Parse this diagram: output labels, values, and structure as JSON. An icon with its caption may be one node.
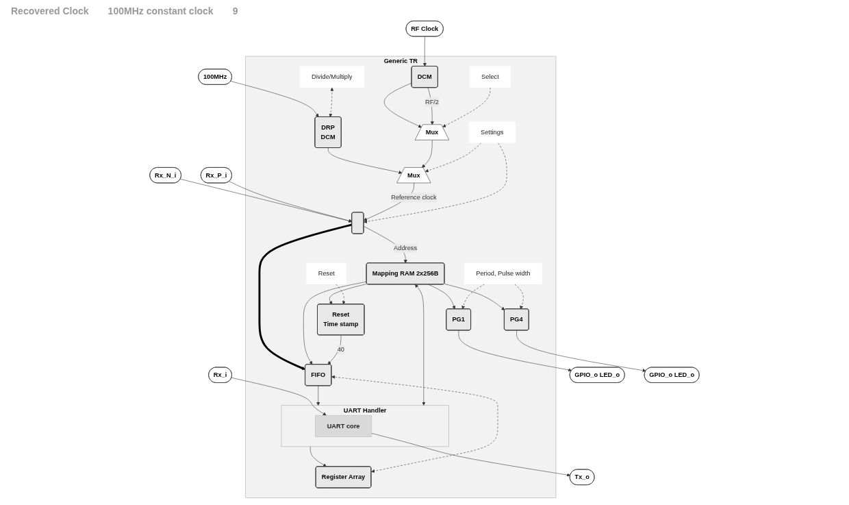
{
  "diagram": {
    "nodes": [
      {
        "text": [
          "Generic TR"
        ]
      },
      {
        "text": [
          "Rx_N_i"
        ]
      },
      {
        "text": [
          "Rx_P_i"
        ]
      },
      {
        "text": [],
        "shape": "box",
        "in": 0
      },
      {
        "text": [
          "DRP",
          "DCM"
        ],
        "in": 0
      },
      {
        "text": [
          "100MHz"
        ]
      },
      {
        "text": [
          "RF Clock"
        ]
      },
      {
        "text": [
          "DCM"
        ],
        "in": 0
      },
      {
        "text": [
          "Mux"
        ],
        "in": 0
      },
      {
        "text": [
          "Mux"
        ],
        "in": 0
      },
      {
        "text": [
          "Mapping RAM 2x256B"
        ],
        "in": 0
      },
      {
        "text": [
          "Register Array"
        ],
        "in": 0
      },
      {
        "text": [
          "UART Handler"
        ],
        "in": 0
      },
      {
        "text": [
          "UART core"
        ],
        "in": 12
      },
      {
        "text": [
          "Rx_i"
        ]
      },
      {
        "text": [
          "Tx_o"
        ]
      },
      {
        "text": [
          "FIFO"
        ],
        "in": 0
      },
      {
        "text": [
          "PG1"
        ],
        "in": 0
      },
      {
        "text": [
          "PG4"
        ],
        "in": 0
      },
      {
        "text": [
          "Reset",
          "Time stamp"
        ],
        "in": 0
      },
      {
        "text": [
          "GPIO_o LED_o"
        ]
      },
      {
        "text": [
          "GPIO_o LED_o"
        ]
      },
      {
        "text": [
          "Divide/Multiply"
        ],
        "in": 0
      },
      {
        "text": [
          "Settings"
        ],
        "in": 0
      },
      {
        "text": [
          "Select"
        ],
        "in": 0
      },
      {
        "text": [
          "Period, Pulse width"
        ],
        "in": 0
      },
      {
        "text": [
          "Reset"
        ],
        "in": 0
      }
    ],
    "edges": [
      {
        "from": 1,
        "to": 3,
        "arrow": "to"
      },
      {
        "from": 2,
        "to": 3,
        "arrow": "to"
      },
      {
        "from": 5,
        "to": 4,
        "arrow": "to"
      },
      {
        "from": 6,
        "to": 7,
        "arrow": "to"
      },
      {
        "from": 7,
        "to": 9,
        "arrow": "to"
      },
      {
        "from": 7,
        "to": 9,
        "arrow": "to",
        "label": "RF/2"
      },
      {
        "from": 4,
        "to": 8,
        "arrow": "to"
      },
      {
        "from": 9,
        "to": 8,
        "arrow": "to"
      },
      {
        "from": 8,
        "to": 3,
        "arrow": "to",
        "label": "Reference clock"
      },
      {
        "from": 22,
        "to": 4,
        "arrow": "both",
        "style": "dashed"
      },
      {
        "from": 23,
        "to": 3,
        "arrow": "to",
        "style": "dashed"
      },
      {
        "from": 23,
        "to": 8,
        "arrow": "to",
        "style": "dashed"
      },
      {
        "from": 24,
        "to": 9,
        "arrow": "to",
        "style": "dashed"
      },
      {
        "from": 3,
        "to": 10,
        "arrow": "to",
        "label": "Address"
      },
      {
        "from": 3,
        "to": 16,
        "arrow": "to",
        "style": "thick"
      },
      {
        "from": 12,
        "to": 10,
        "arrow": "both"
      },
      {
        "from": 12,
        "to": 11,
        "arrow": "to"
      },
      {
        "from": 11,
        "to": 16,
        "arrow": "both",
        "style": "dashed"
      },
      {
        "from": 10,
        "to": 17,
        "arrow": "to"
      },
      {
        "from": 10,
        "to": 18,
        "arrow": "to"
      },
      {
        "from": 10,
        "to": 19,
        "arrow": "to"
      },
      {
        "from": 10,
        "to": 16,
        "arrow": "to"
      },
      {
        "from": 19,
        "to": 16,
        "arrow": "to",
        "label": "40"
      },
      {
        "from": 16,
        "to": 12,
        "arrow": "to"
      },
      {
        "from": 14,
        "to": 13,
        "arrow": "to"
      },
      {
        "from": 13,
        "to": 15,
        "arrow": "to"
      },
      {
        "from": 17,
        "to": 20,
        "arrow": "to"
      },
      {
        "from": 18,
        "to": 21,
        "arrow": "to"
      },
      {
        "from": 25,
        "to": 17,
        "arrow": "to",
        "style": "dashed"
      },
      {
        "from": 25,
        "to": 18,
        "arrow": "to",
        "style": "dashed"
      },
      {
        "from": 26,
        "to": 19,
        "arrow": "to",
        "style": "dashed"
      }
    ],
    "labels": [
      "Recovered Clock",
      "100MHz constant clock",
      "9"
    ]
  }
}
